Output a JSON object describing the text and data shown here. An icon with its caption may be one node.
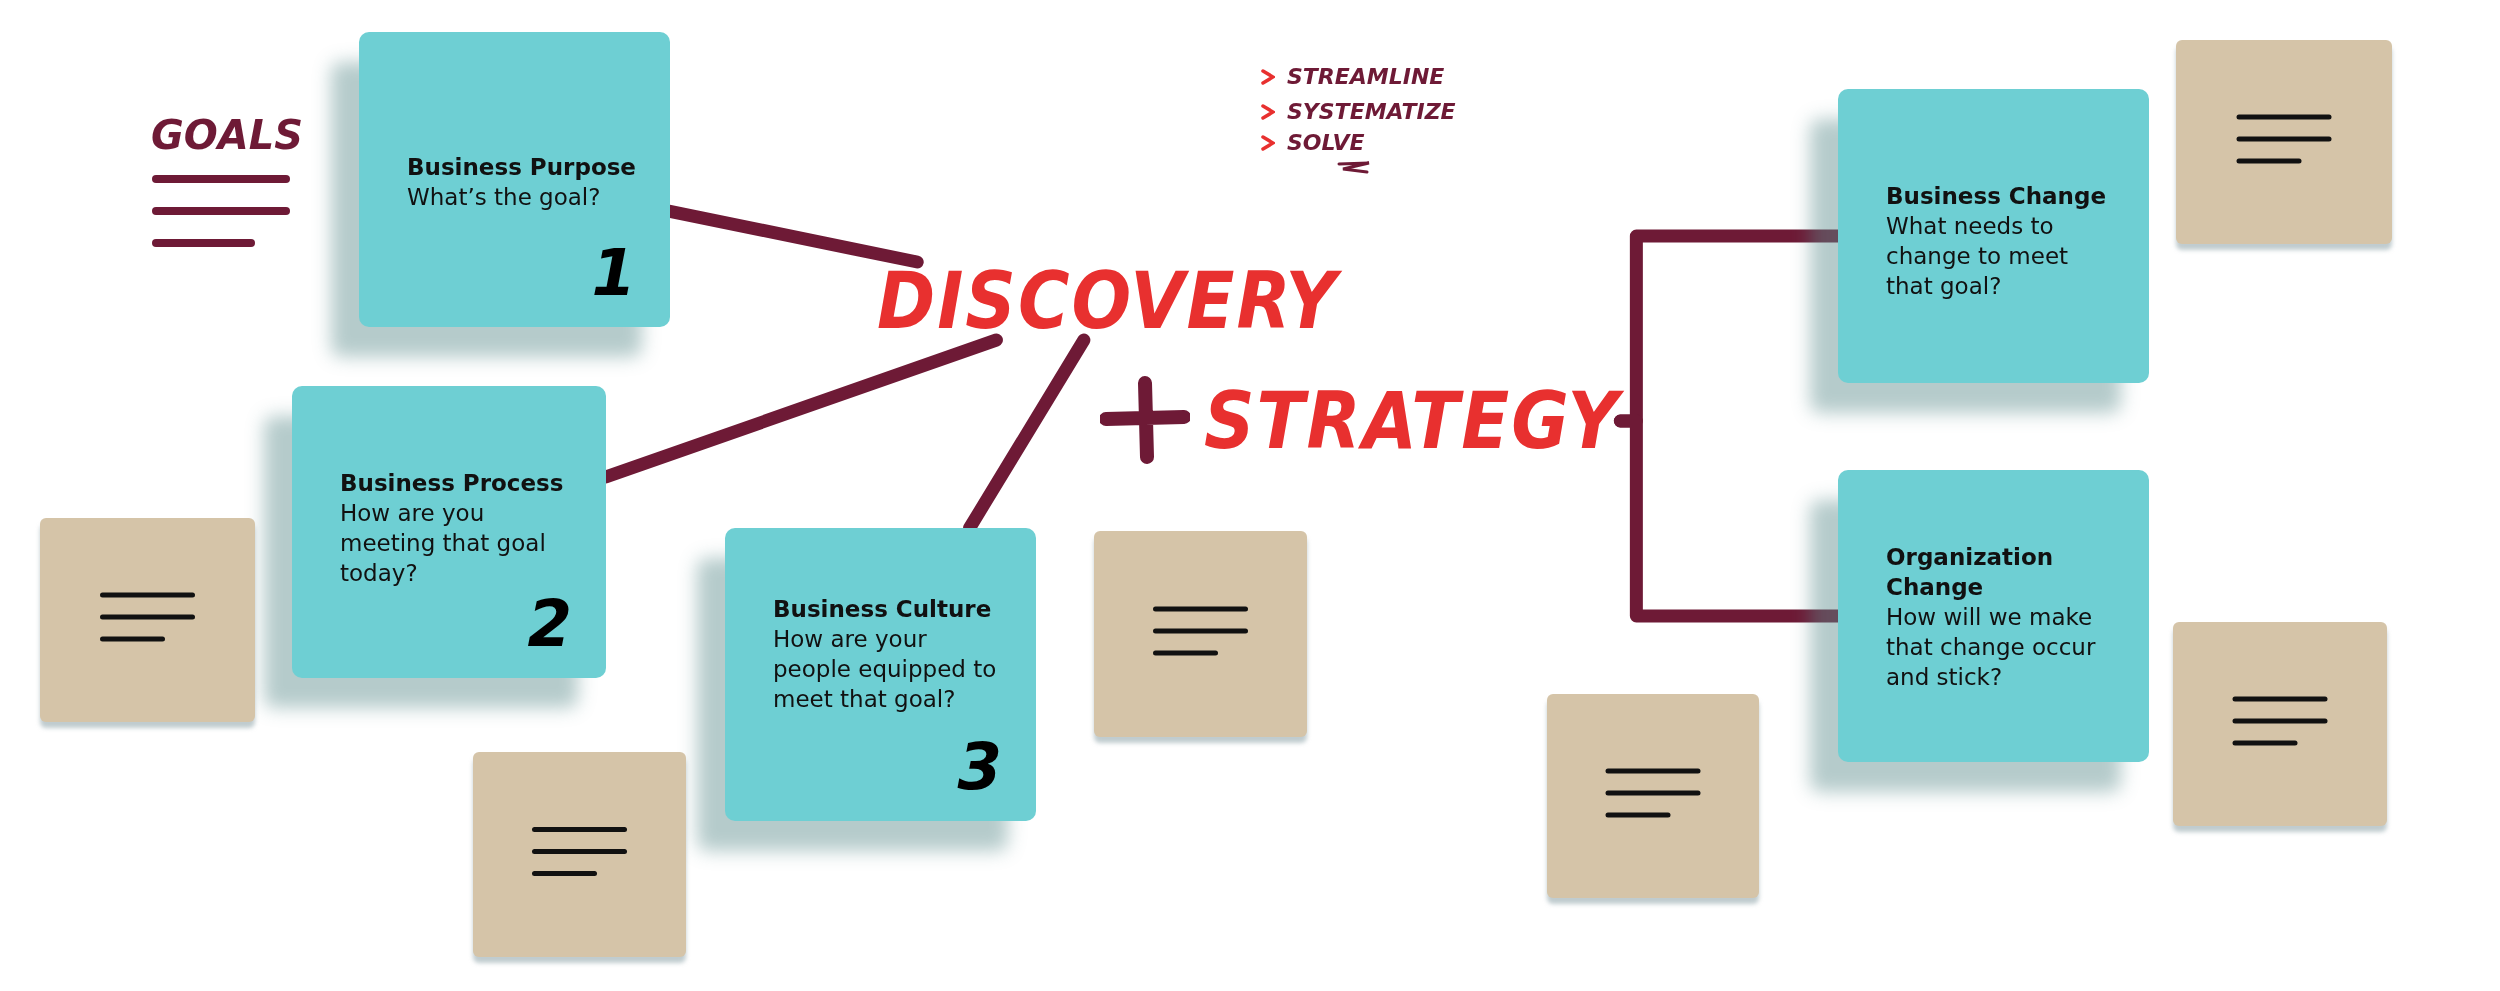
{
  "diagram": {
    "nodes": [
      {
        "text": [
          "Business Purpose",
          "What’s the goal?",
          "1"
        ]
      },
      {
        "text": [
          "Business Process",
          "How are you meeting that goal today?",
          "2"
        ]
      },
      {
        "text": [
          "Business Culture",
          "How are your people equipped to meet that goal?",
          "3"
        ]
      },
      {
        "text": [
          "DISCOVERY"
        ]
      },
      {
        "text": [
          "STRATEGY"
        ]
      },
      {
        "text": [
          "Business Change",
          "What needs to change to meet that goal?"
        ]
      },
      {
        "text": [
          "Organization Change",
          "How will we make that change occur and stick?"
        ]
      },
      {
        "text": [],
        "shape": "box"
      },
      {
        "text": [],
        "shape": "box"
      },
      {
        "text": [],
        "shape": "box"
      },
      {
        "text": [],
        "shape": "box"
      },
      {
        "text": [],
        "shape": "box"
      },
      {
        "text": [],
        "shape": "box"
      }
    ],
    "edges": [
      {
        "from": 0,
        "to": 3,
        "arrow": "none"
      },
      {
        "from": 1,
        "to": 3,
        "arrow": "none"
      },
      {
        "from": 2,
        "to": 3,
        "arrow": "none"
      },
      {
        "from": 4,
        "to": 5,
        "arrow": "none"
      },
      {
        "from": 4,
        "to": 6,
        "arrow": "none"
      }
    ],
    "labels": [
      "GOALS",
      "STREAMLINE",
      "SYSTEMATIZE",
      "SOLVE"
    ]
  }
}
